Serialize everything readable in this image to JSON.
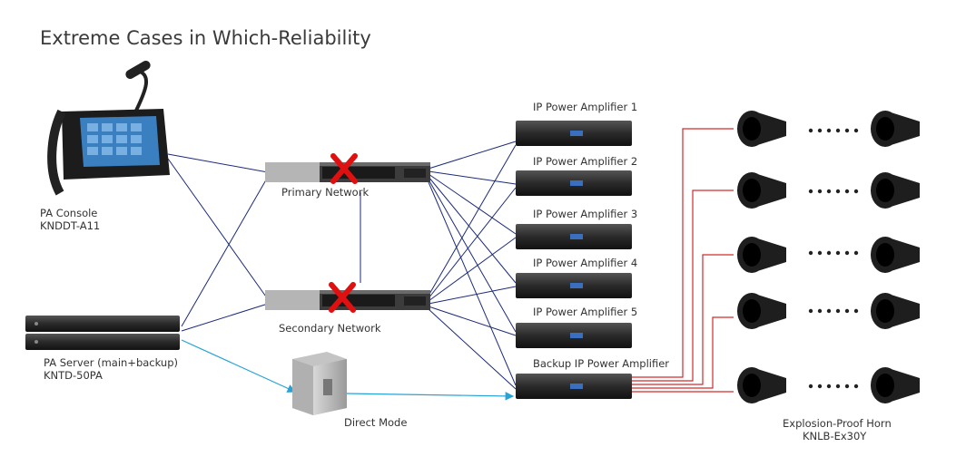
{
  "title": "Extreme Cases in Which-Reliability",
  "console": {
    "name": "PA Console",
    "model": "KNDDT-A11"
  },
  "server": {
    "name": "PA Server (main+backup)",
    "model": "KNTD-50PA"
  },
  "networks": {
    "primary": "Primary Network",
    "secondary": "Secondary Network"
  },
  "direct_mode": "Direct Mode",
  "amplifiers": [
    "IP Power Amplifier 1",
    "IP Power Amplifier 2",
    "IP Power Amplifier 3",
    "IP Power Amplifier 4",
    "IP Power Amplifier 5",
    "Backup IP Power Amplifier"
  ],
  "horn": {
    "name": "Explosion-Proof Horn",
    "model": "KNLB-Ex30Y"
  },
  "colors": {
    "network_line": "#1b2a7a",
    "direct_line": "#29a3d6",
    "speaker_line": "#d42a2a",
    "fail_mark": "#e01010"
  }
}
